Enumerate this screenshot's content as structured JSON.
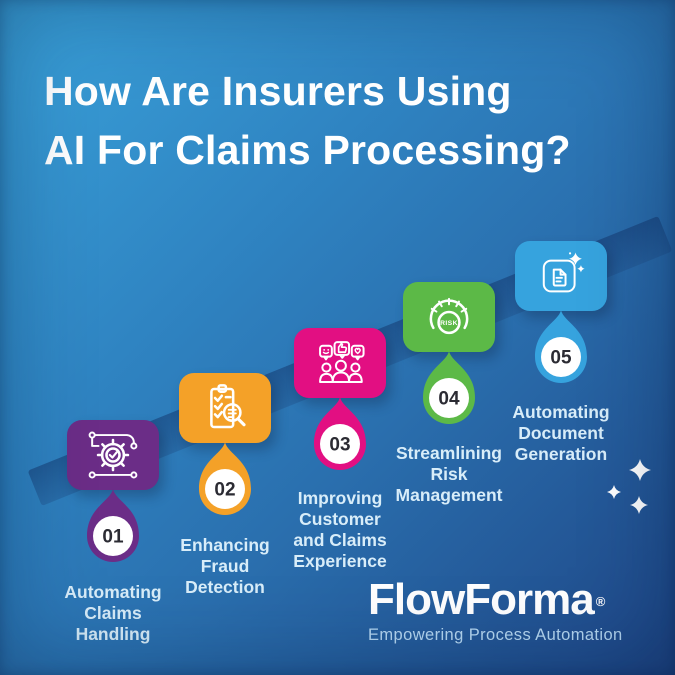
{
  "title": "How Are Insurers Using\nAI For Claims Processing?",
  "steps": [
    {
      "number": "01",
      "label": "Automating\nClaims\nHandling",
      "color": "#6b2d87",
      "icon": "workflow-gear-icon"
    },
    {
      "number": "02",
      "label": "Enhancing\nFraud\nDetection",
      "color": "#f4a128",
      "icon": "fraud-checklist-magnifier-icon"
    },
    {
      "number": "03",
      "label": "Improving\nCustomer\nand Claims\nExperience",
      "color": "#e20f82",
      "icon": "customer-feedback-people-icon"
    },
    {
      "number": "04",
      "label": "Streamlining\nRisk\nManagement",
      "color": "#5cb947",
      "icon": "risk-gauge-icon",
      "icon_text": "RISK"
    },
    {
      "number": "05",
      "label": "Automating\nDocument\nGeneration",
      "color": "#36a3de",
      "icon": "document-sparkle-icon"
    }
  ],
  "brand": {
    "name": "FlowForma",
    "registered": "®",
    "tagline": "Empowering Process Automation"
  },
  "colors": {
    "background_start": "#3aa2da",
    "background_end": "#1e4585",
    "title_text": "#ffffff",
    "label_text": "#d8edf9",
    "number_text": "#2b2b33",
    "diagonal_band": "rgba(18,52,106,0.5)",
    "sparkle": "#ffffff"
  }
}
